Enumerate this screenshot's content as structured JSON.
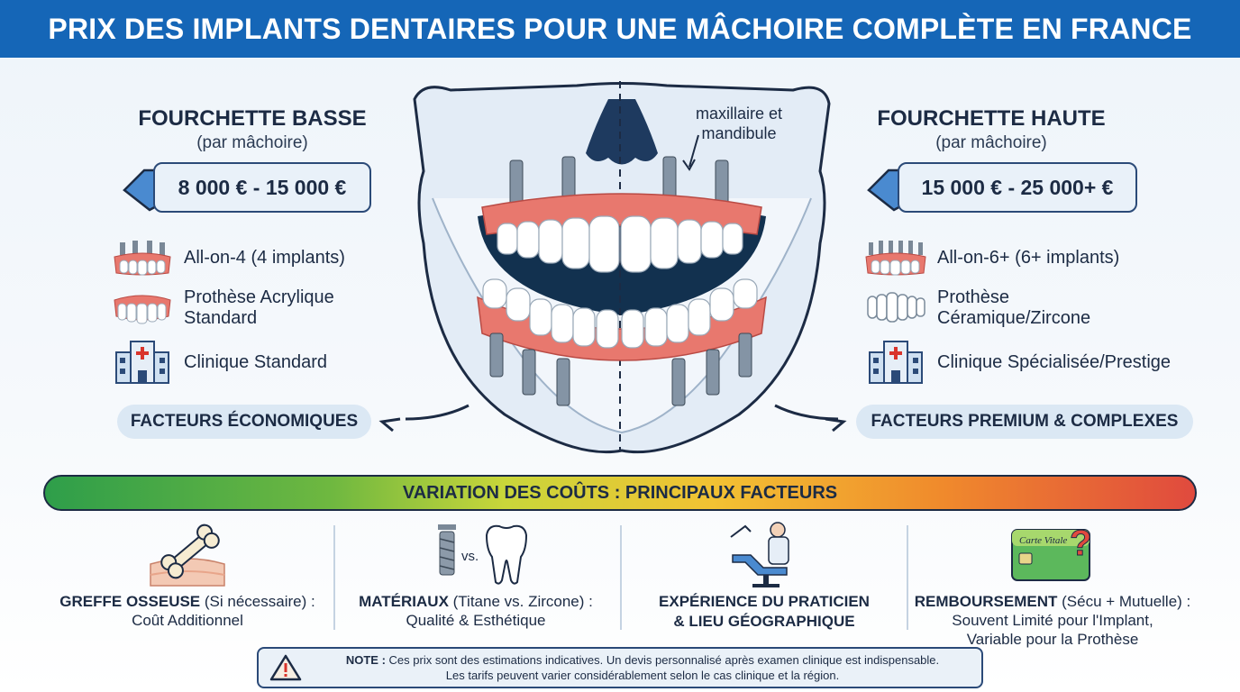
{
  "title": "PRIX DES IMPLANTS DENTAIRES POUR UNE MÂCHOIRE COMPLÈTE EN FRANCE",
  "jaw_label": "maxillaire et mandibule",
  "low": {
    "title": "FOURCHETTE BASSE",
    "subtitle": "(par mâchoire)",
    "price": "8 000 € - 15 000 €",
    "features": [
      "All-on-4 (4 implants)",
      "Prothèse Acrylique Standard",
      "Clinique Standard"
    ],
    "feature_line2": "Standard",
    "feature_line1": "Prothèse Acrylique",
    "pill": "FACTEURS ÉCONOMIQUES"
  },
  "high": {
    "title": "FOURCHETTE HAUTE",
    "subtitle": "(par mâchoire)",
    "price": "15 000 € - 25 000+ €",
    "features": [
      "All-on-6+ (6+ implants)",
      "Prothèse Céramique/Zircone",
      "Clinique Spécialisée/Prestige"
    ],
    "feature_line1": "Prothèse",
    "feature_line2": "Céramique/Zircone",
    "pill": "FACTEURS PREMIUM & COMPLEXES"
  },
  "bar_label": "VARIATION DES COÛTS : PRINCIPAUX FACTEURS",
  "factors": [
    {
      "bold": "GREFFE OSSEUSE",
      "rest": " (Si nécessaire) :",
      "line2": "Coût Additionnel"
    },
    {
      "bold": "MATÉRIAUX",
      "rest": " (Titane vs. Zircone) :",
      "line2": "Qualité & Esthétique",
      "vs": "vs."
    },
    {
      "bold": "EXPÉRIENCE DU PRATICIEN",
      "rest": "",
      "line2": "& LIEU GÉOGRAPHIQUE"
    },
    {
      "bold": "REMBOURSEMENT",
      "rest": " (Sécu + Mutuelle) :",
      "line2": "Souvent Limité pour l'Implant,",
      "line3": "Variable pour la Prothèse",
      "card": "Carte Vitale"
    }
  ],
  "note": {
    "bold": "NOTE :",
    "line1": " Ces prix sont des estimations indicatives. Un devis personnalisé après examen clinique est indispensable.",
    "line2": "Les tarifs peuvent varier considérablement selon le cas clinique et la région."
  },
  "colors": {
    "header": "#1566b7",
    "gum": "#e8786e",
    "implant": "#6f7e8e",
    "bone": "#e6eef7"
  }
}
